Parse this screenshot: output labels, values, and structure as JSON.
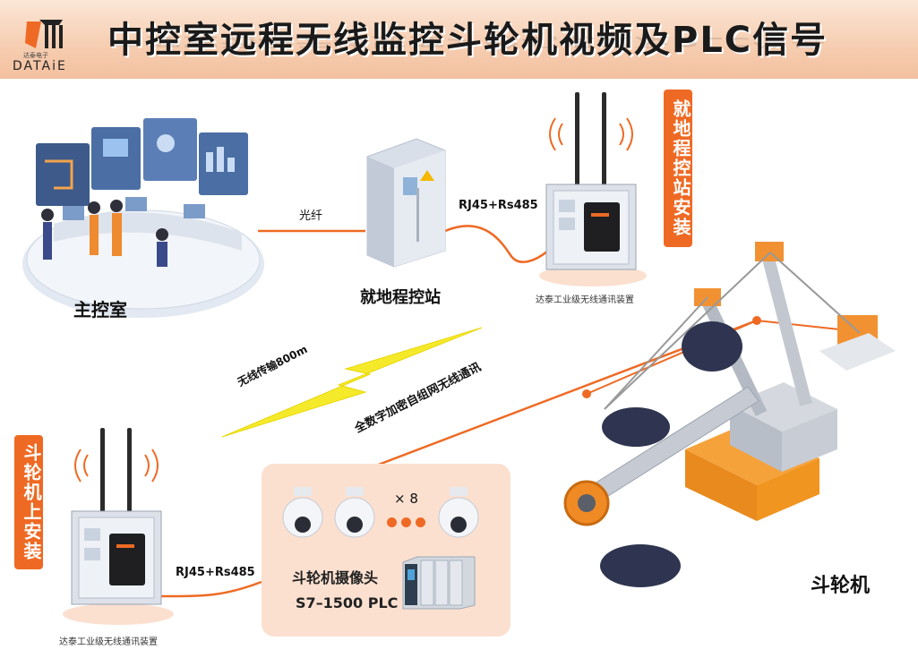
{
  "header": {
    "title": "中控室远程无线监控斗轮机视频及PLC信号",
    "logo_text": "DATAiE",
    "logo_sub": "达泰电子"
  },
  "labels": {
    "main_control_room": "主控室",
    "fiber": "光纤",
    "local_station": "就地程控站",
    "rj45_top": "RJ45+Rs485",
    "rj45_bottom": "RJ45+Rs485",
    "device_caption_top": "达泰工业级无线通讯装置",
    "device_caption_bottom": "达泰工业级无线通讯装置",
    "wireless_distance": "无线传输800m",
    "wireless_mesh": "全数字加密自组网无线通讯",
    "camera_count": "× 8",
    "camera_label": "斗轮机摄像头",
    "plc_label": "S7–1500 PLC",
    "stacker": "斗轮机",
    "banner_local": "就地程控站安装",
    "banner_machine": "斗轮机上安装"
  },
  "colors": {
    "accent": "#ee6a24",
    "line": "#ee6a24",
    "lightning": "#f5ea2a",
    "panel": "#fbe0d0"
  }
}
